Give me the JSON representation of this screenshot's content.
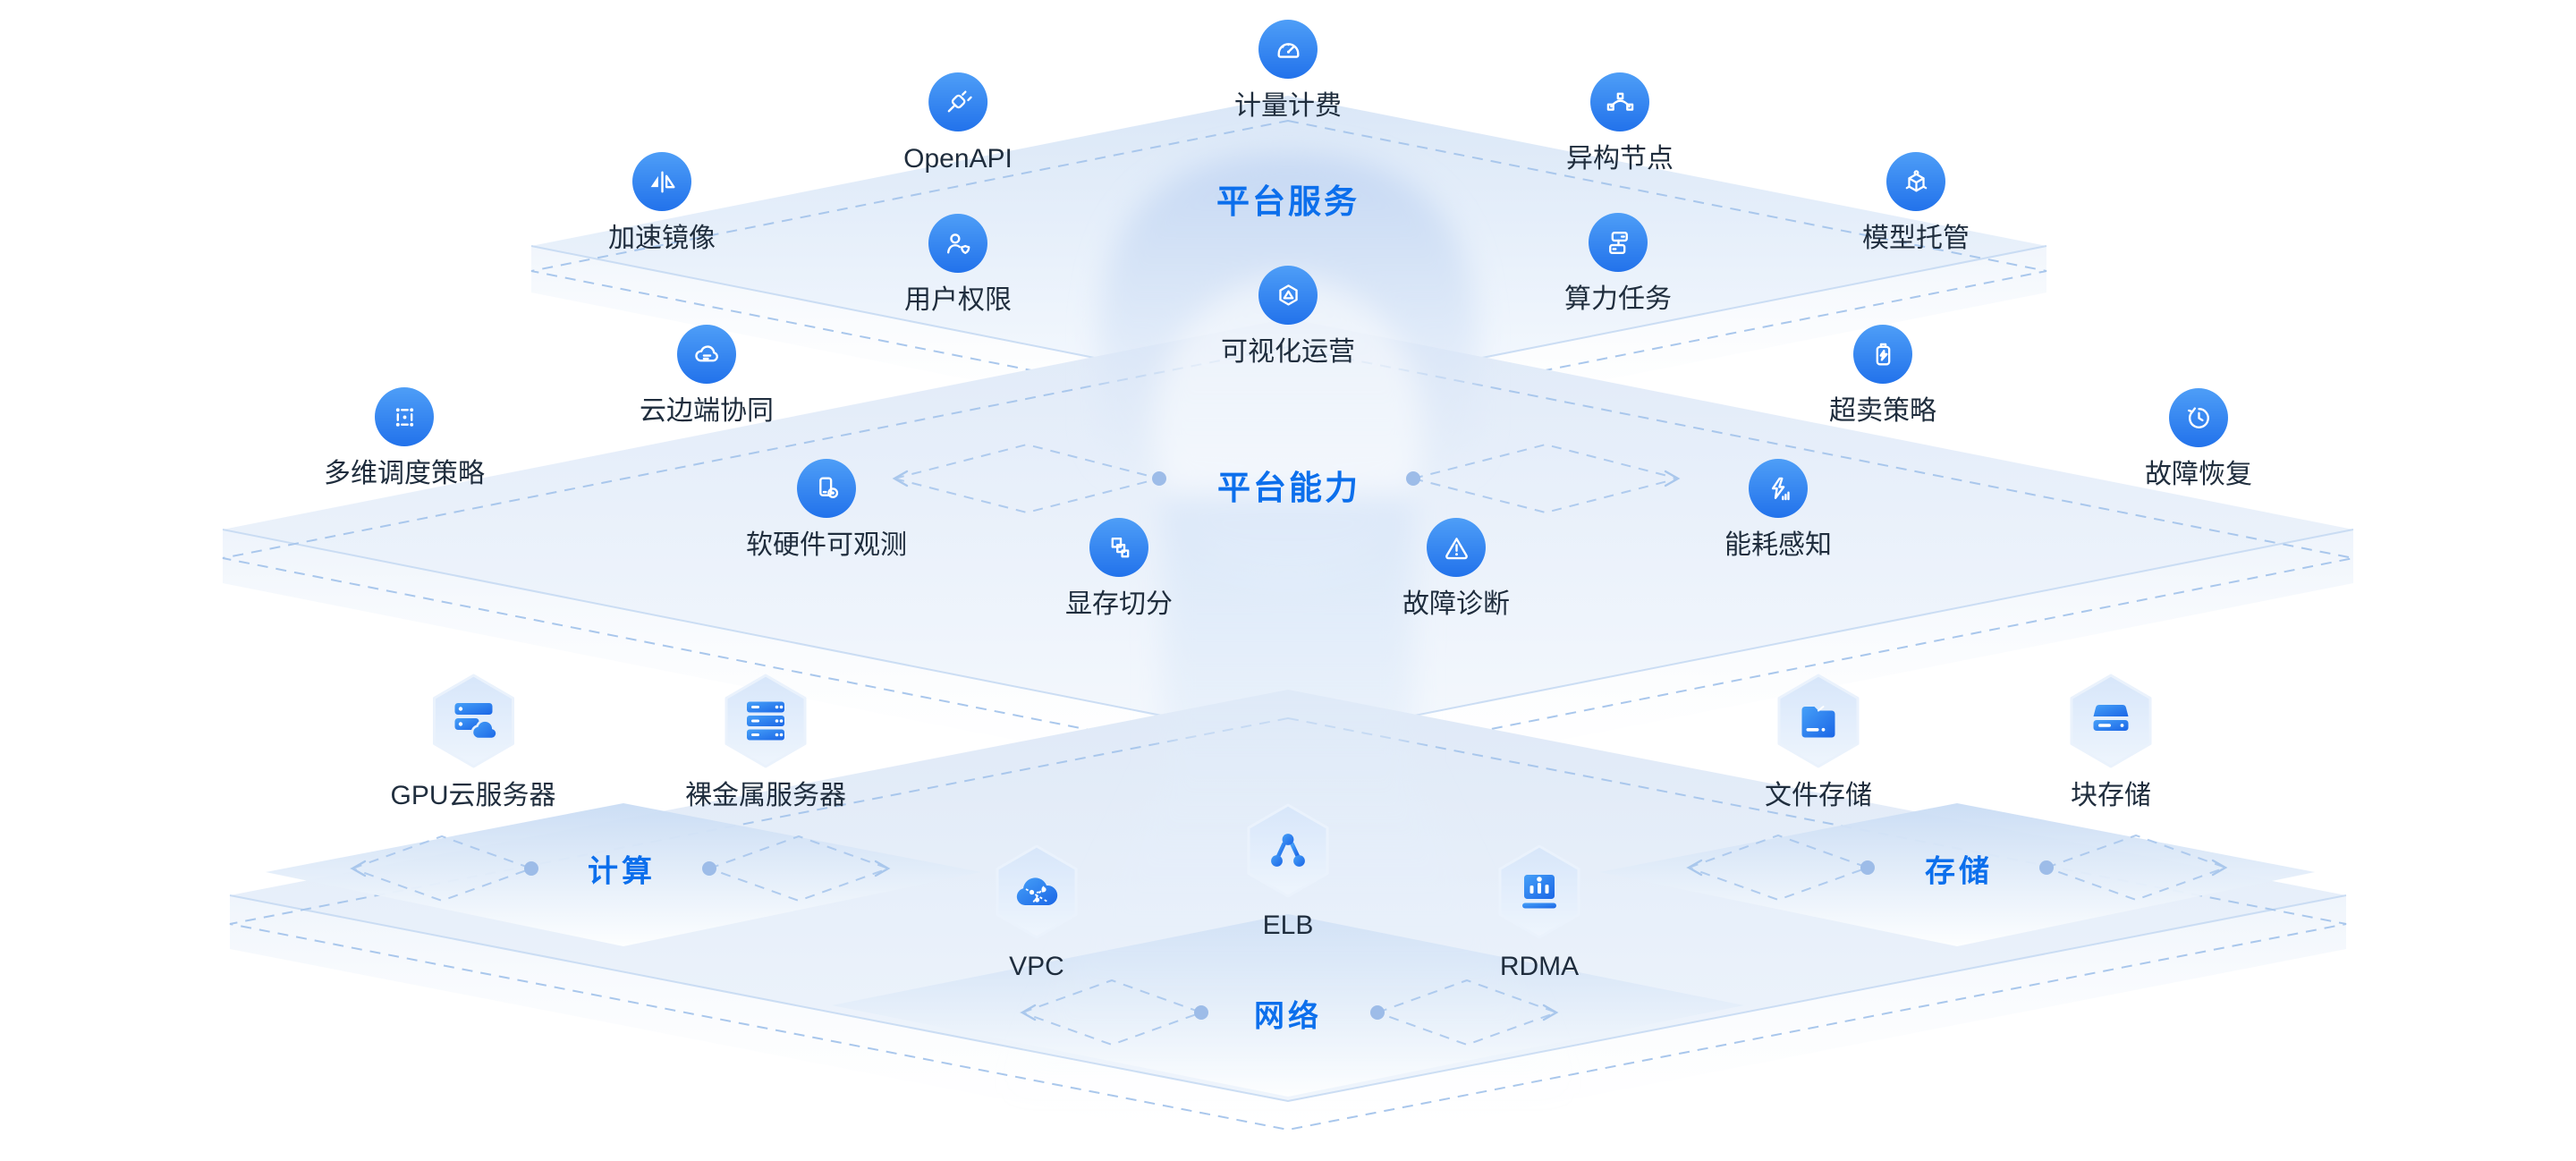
{
  "platform_services": {
    "title": "平台服务",
    "items": [
      {
        "label": "计量计费",
        "icon": "gauge-icon"
      },
      {
        "label": "OpenAPI",
        "icon": "plug-icon"
      },
      {
        "label": "异构节点",
        "icon": "bezier-node-icon"
      },
      {
        "label": "加速镜像",
        "icon": "mirror-flip-icon"
      },
      {
        "label": "用户权限",
        "icon": "user-permission-icon"
      },
      {
        "label": "算力任务",
        "icon": "compute-task-icon"
      },
      {
        "label": "模型托管",
        "icon": "model-cube-icon"
      },
      {
        "label": "可视化运营",
        "icon": "hexagon-visual-icon"
      }
    ]
  },
  "platform_capabilities": {
    "title": "平台能力",
    "items": [
      {
        "label": "云边端协同",
        "icon": "cloud-edge-icon"
      },
      {
        "label": "超卖策略",
        "icon": "battery-bolt-icon"
      },
      {
        "label": "多维调度策略",
        "icon": "grid-dots-icon"
      },
      {
        "label": "故障恢复",
        "icon": "history-restore-icon"
      },
      {
        "label": "软硬件可观测",
        "icon": "device-eye-icon"
      },
      {
        "label": "能耗感知",
        "icon": "energy-bolt-icon"
      },
      {
        "label": "显存切分",
        "icon": "vram-split-icon"
      },
      {
        "label": "故障诊断",
        "icon": "warning-triangle-icon"
      }
    ]
  },
  "infrastructure": {
    "sections": [
      {
        "title": "计算",
        "items": [
          {
            "label": "GPU云服务器",
            "icon": "gpu-cloud-server-icon"
          },
          {
            "label": "裸金属服务器",
            "icon": "bare-metal-server-icon"
          }
        ]
      },
      {
        "title": "存储",
        "items": [
          {
            "label": "文件存储",
            "icon": "file-storage-icon"
          },
          {
            "label": "块存储",
            "icon": "block-storage-icon"
          }
        ]
      },
      {
        "title": "网络",
        "items": [
          {
            "label": "VPC",
            "icon": "vpc-cloud-icon"
          },
          {
            "label": "ELB",
            "icon": "elb-nodes-icon"
          },
          {
            "label": "RDMA",
            "icon": "rdma-panel-icon"
          }
        ]
      }
    ]
  },
  "colors": {
    "accent_title": "#0C6FEC",
    "icon_circle_top": "#4E9EF7",
    "icon_circle_bottom": "#2272EB",
    "label_text": "#1F2D3D",
    "dashed_line": "#A9C7EC",
    "plane_fill": "#E2ECF9",
    "dot": "#9DBCE8"
  }
}
